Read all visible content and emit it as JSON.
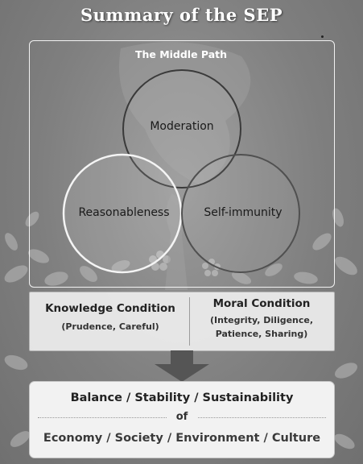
{
  "title": "Summary of the SEP",
  "middle_path": {
    "title": "The Middle Path",
    "circles": {
      "top": "Moderation",
      "left": "Reasonableness",
      "right": "Self-immunity"
    }
  },
  "conditions": {
    "knowledge": {
      "title": "Knowledge Condition",
      "detail": "(Prudence, Careful)"
    },
    "moral": {
      "title": "Moral Condition",
      "detail_line1": "(Integrity, Diligence,",
      "detail_line2": "Patience, Sharing)"
    }
  },
  "result": {
    "line1": "Balance / Stability / Sustainability",
    "connector": "of",
    "line2": "Economy / Society / Environment / Culture"
  },
  "colors": {
    "background": "#8a8a8a",
    "box": "#eeeeee",
    "arrow": "#555555"
  }
}
